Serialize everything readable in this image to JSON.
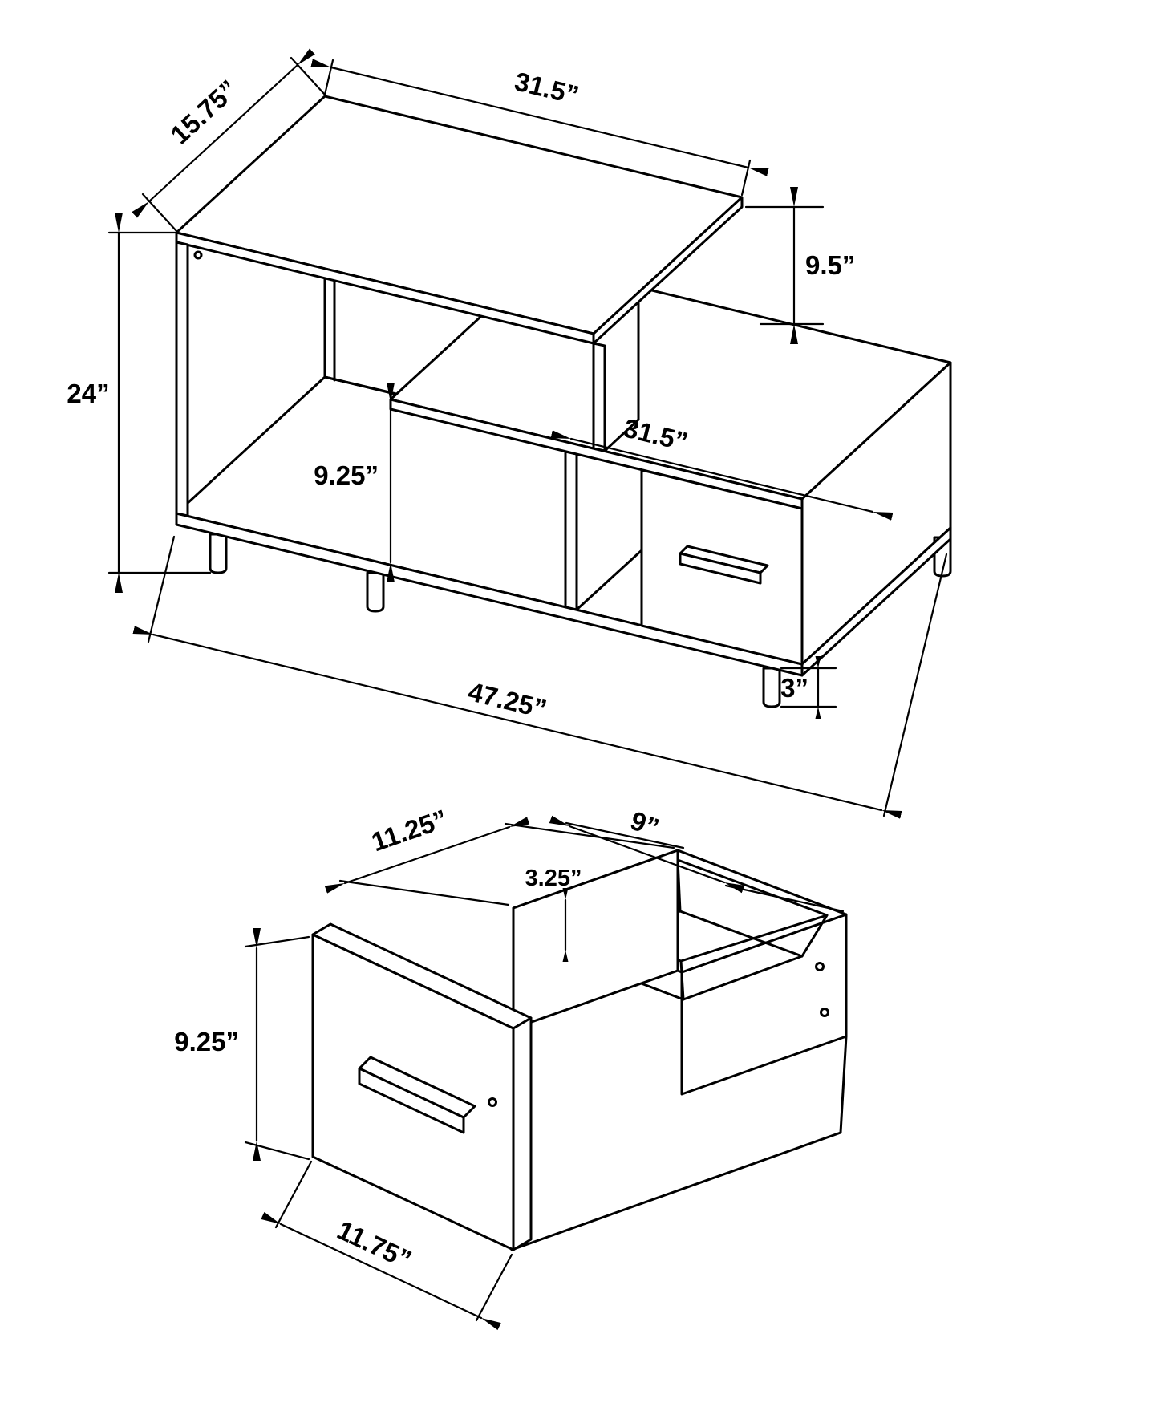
{
  "page": {
    "background": "#ffffff",
    "line_color": "#000000",
    "description": "Technical dimension drawing of a TV stand with open shelves and one drawer, plus a detail view of the drawer"
  },
  "figures": {
    "tv_stand": {
      "name": "tv-stand-assembled-view",
      "dimensions": {
        "top_depth": "15.75”",
        "top_width": "31.5”",
        "overall_height": "24”",
        "shelf_gap": "9.5”",
        "opening_height": "9.25”",
        "shelf_width": "31.5”",
        "overall_width": "47.25”",
        "leg_height": "3”"
      }
    },
    "drawer": {
      "name": "drawer-detail-view",
      "dimensions": {
        "box_width": "11.25”",
        "box_depth": "9”",
        "box_inner_height": "3.25”",
        "front_height": "9.25”",
        "front_width": "11.75”"
      }
    }
  }
}
